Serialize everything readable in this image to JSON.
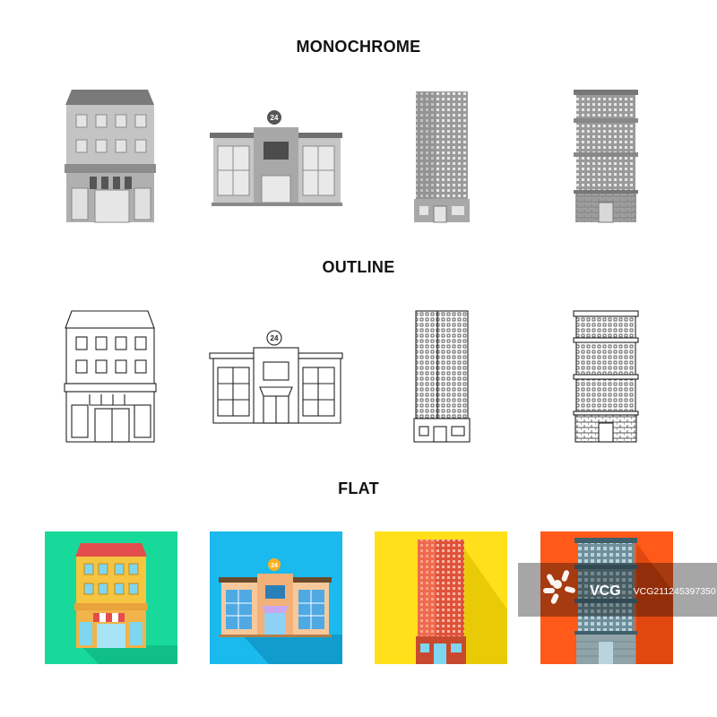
{
  "sections": {
    "monochrome": "MONOCHROME",
    "outline": "OUTLINE",
    "flat": "FLAT"
  },
  "icons": {
    "store_badge": "24",
    "building_types": [
      "townhouse",
      "store-24",
      "skyscraper",
      "office-tower"
    ]
  },
  "colors": {
    "mono_main": "#b9b9b9",
    "mono_light": "#d8d8d8",
    "mono_dark": "#7a7a7a",
    "outline_stroke": "#222222",
    "flat_bg_1": "#17d99a",
    "flat_bg_2": "#1ab9ee",
    "flat_bg_3": "#ffe01a",
    "flat_bg_4": "#ff5a1a"
  },
  "watermark": {
    "brand": "VCG",
    "id": "VCG211245397350"
  }
}
